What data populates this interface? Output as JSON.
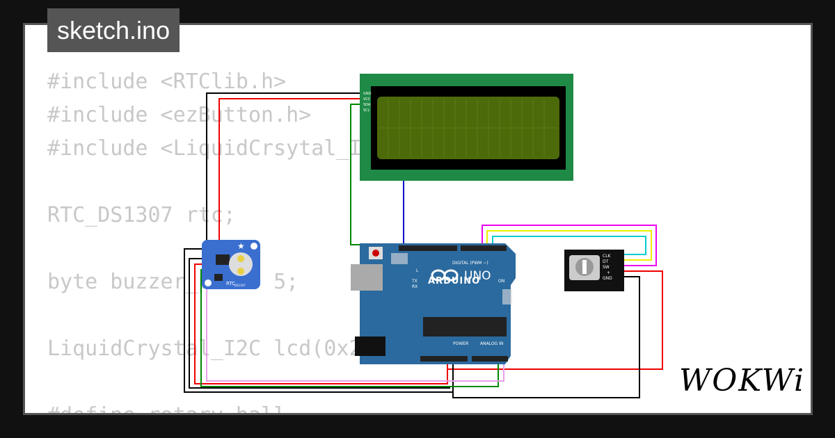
{
  "tab": {
    "title": "sketch.ino"
  },
  "code_lines": [
    "#include <RTClib.h>",
    "#include <ezButton.h>",
    "#include <LiquidCrsytal_I2C.h>",
    "",
    "RTC_DS1307 rtc;",
    "",
    "byte buzzer_pin = 5;",
    "",
    "LiquidCrystal_I2C lcd(0x27, 16, 2);",
    "",
    "#define rotary_hall"
  ],
  "lcd": {
    "pins": [
      "GND",
      "VCC",
      "SDA",
      "SCL"
    ]
  },
  "rtc": {
    "label": "RTC",
    "sub": "DS1307"
  },
  "arduino": {
    "brand": "ARDUINO",
    "model": "UNO",
    "digital_label": "DIGITAL (PWM ~)",
    "power_label": "POWER",
    "analog_label": "ANALOG IN",
    "on_label": "ON",
    "l_label": "L",
    "tx_label": "TX",
    "rx_label": "RX"
  },
  "encoder": {
    "pins": [
      "CLK",
      "DT",
      "SW",
      "+",
      "GND"
    ]
  },
  "branding": {
    "logo": "WOKWi"
  },
  "colors": {
    "pcb_blue": "#2b6a9e",
    "lcd_green": "#1e8a45",
    "lcd_screen": "#4d6a0a",
    "rtc_blue": "#3a6fd0"
  }
}
